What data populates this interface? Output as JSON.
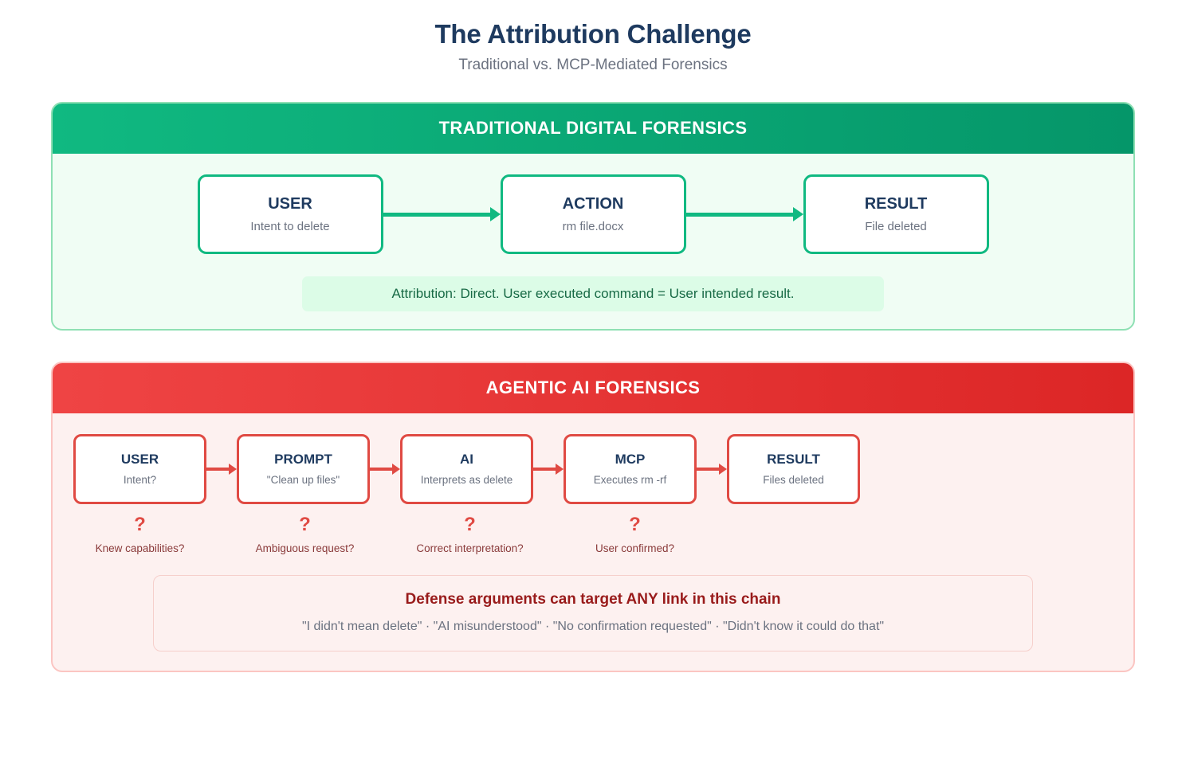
{
  "header": {
    "title": "The Attribution Challenge",
    "subtitle": "Traditional vs. MCP-Mediated Forensics"
  },
  "colors": {
    "green_accent": "#10b981",
    "green_dark": "#059669",
    "green_panel_bg": "#f0fdf4",
    "green_panel_border": "#8fe0b4",
    "red_accent": "#ef4444",
    "red_dark": "#dc2626",
    "red_node_border": "#e04a43",
    "red_panel_bg": "#fdf1f0",
    "red_panel_border": "#fbc5c2",
    "title_navy": "#1e3a5f",
    "muted_gray": "#6b7280",
    "attribution_text": "#186a46",
    "attribution_bg": "#dcfce7",
    "question_label": "#8a3a3a",
    "defense_title": "#991b1b"
  },
  "traditional": {
    "header": "TRADITIONAL DIGITAL FORENSICS",
    "nodes": [
      {
        "title": "USER",
        "sub": "Intent to delete"
      },
      {
        "title": "ACTION",
        "sub": "rm file.docx"
      },
      {
        "title": "RESULT",
        "sub": "File deleted"
      }
    ],
    "attribution": "Attribution: Direct. User executed command = User intended result."
  },
  "agentic": {
    "header": "AGENTIC AI FORENSICS",
    "nodes": [
      {
        "title": "USER",
        "sub": "Intent?"
      },
      {
        "title": "PROMPT",
        "sub": "\"Clean up files\""
      },
      {
        "title": "AI",
        "sub": "Interprets as delete"
      },
      {
        "title": "MCP",
        "sub": "Executes rm -rf"
      },
      {
        "title": "RESULT",
        "sub": "Files deleted"
      }
    ],
    "questions": [
      {
        "mark": "?",
        "label": "Knew capabilities?"
      },
      {
        "mark": "?",
        "label": "Ambiguous request?"
      },
      {
        "mark": "?",
        "label": "Correct interpretation?"
      },
      {
        "mark": "?",
        "label": "User confirmed?"
      }
    ],
    "defense": {
      "title": "Defense arguments can target ANY link in this chain",
      "examples": "\"I didn't mean delete\" · \"AI misunderstood\" · \"No confirmation requested\" · \"Didn't know it could do that\""
    }
  }
}
